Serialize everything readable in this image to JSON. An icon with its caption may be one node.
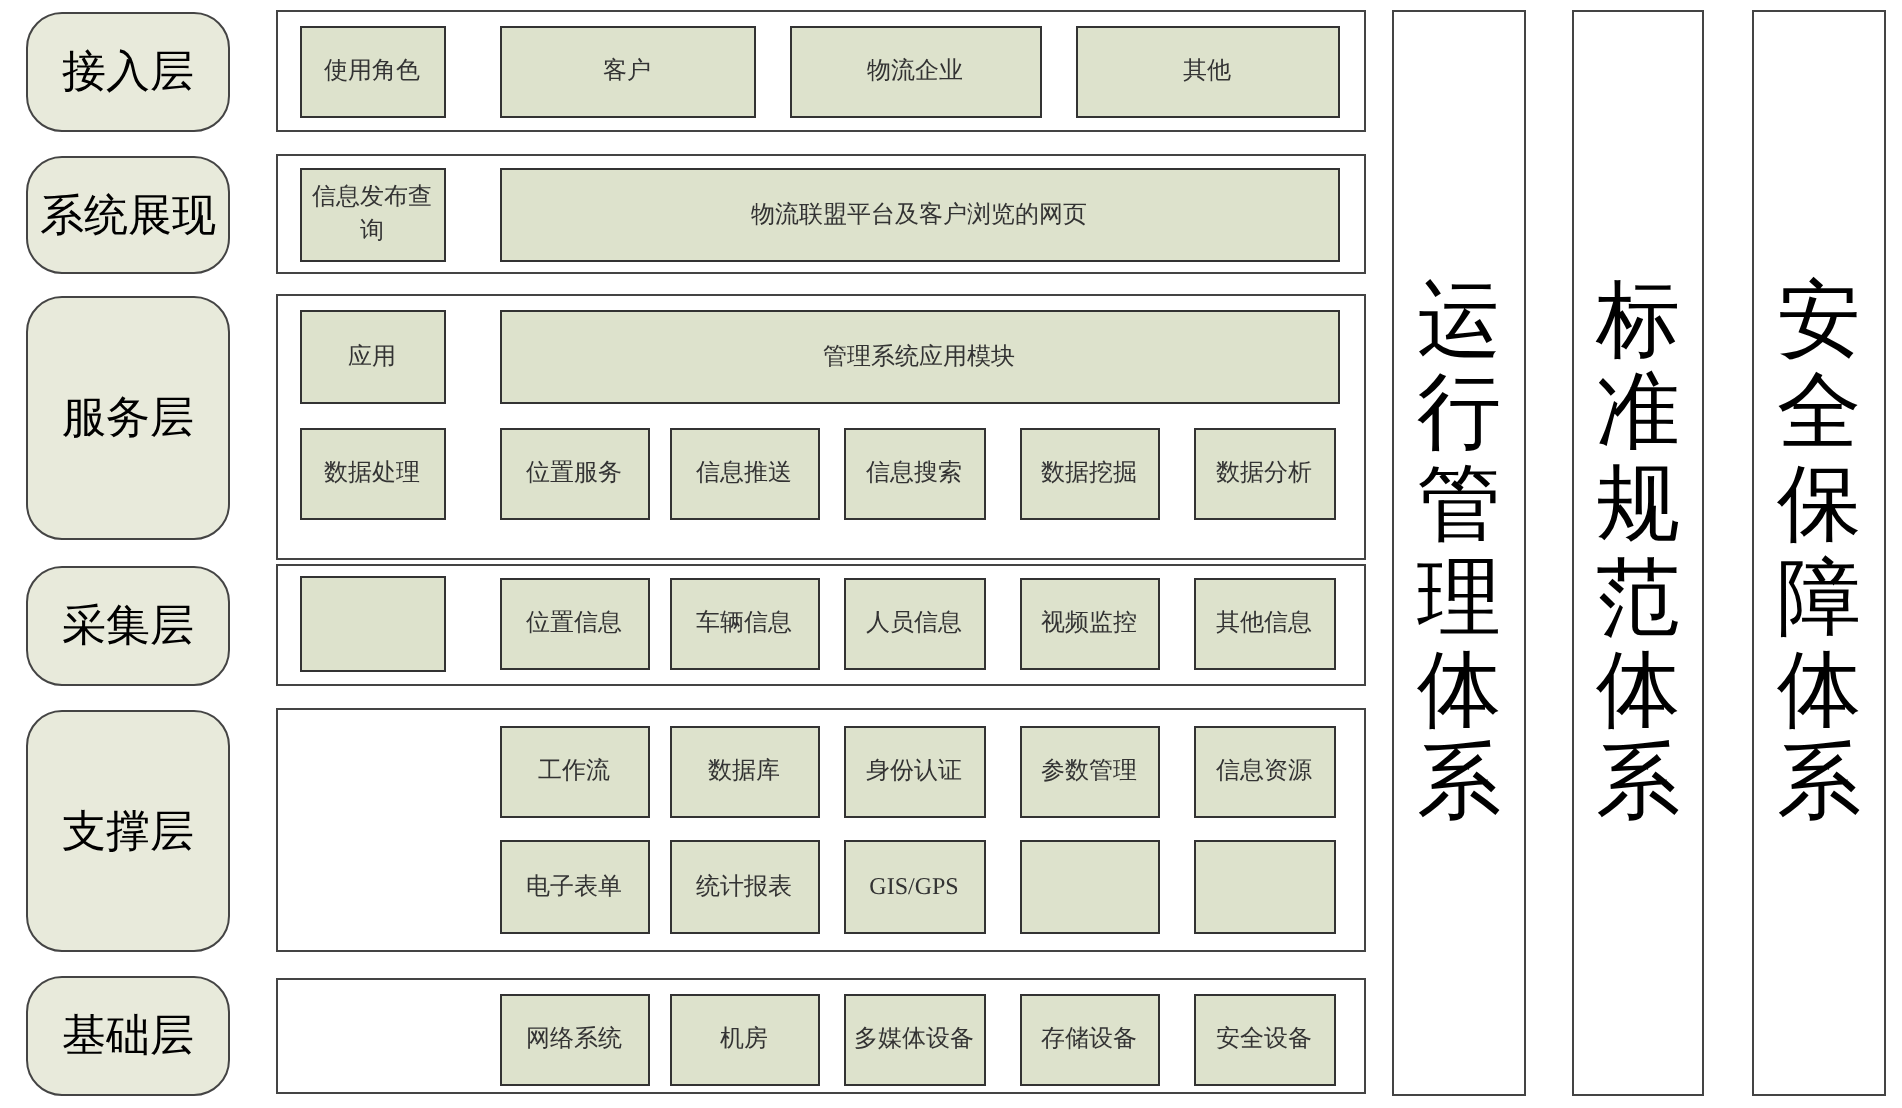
{
  "diagram": {
    "nodes": [
      {
        "text": [
          "接入层"
        ]
      },
      {
        "text": [],
        "shape": "box"
      },
      {
        "text": [
          "使用角色"
        ],
        "in": 1
      },
      {
        "text": [
          "客户"
        ],
        "in": 1
      },
      {
        "text": [
          "物流企业"
        ],
        "in": 1
      },
      {
        "text": [
          "其他"
        ],
        "in": 1
      },
      {
        "text": [
          "系统展现"
        ]
      },
      {
        "text": [],
        "shape": "box"
      },
      {
        "text": [
          "信息发布查询"
        ],
        "in": 7
      },
      {
        "text": [
          "物流联盟平台及客户浏览的网页"
        ],
        "in": 7
      },
      {
        "text": [
          "服务层"
        ]
      },
      {
        "text": [],
        "shape": "box"
      },
      {
        "text": [
          "应用"
        ],
        "in": 11
      },
      {
        "text": [
          "管理系统应用模块"
        ],
        "in": 11
      },
      {
        "text": [
          "数据处理"
        ],
        "in": 11
      },
      {
        "text": [
          "位置服务"
        ],
        "in": 11
      },
      {
        "text": [
          "信息推送"
        ],
        "in": 11
      },
      {
        "text": [
          "信息搜索"
        ],
        "in": 11
      },
      {
        "text": [
          "数据挖掘"
        ],
        "in": 11
      },
      {
        "text": [
          "数据分析"
        ],
        "in": 11
      },
      {
        "text": [
          "采集层"
        ]
      },
      {
        "text": [],
        "shape": "box"
      },
      {
        "text": [],
        "shape": "box",
        "in": 21
      },
      {
        "text": [
          "位置信息"
        ],
        "in": 21
      },
      {
        "text": [
          "车辆信息"
        ],
        "in": 21
      },
      {
        "text": [
          "人员信息"
        ],
        "in": 21
      },
      {
        "text": [
          "视频监控"
        ],
        "in": 21
      },
      {
        "text": [
          "其他信息"
        ],
        "in": 21
      },
      {
        "text": [
          "支撑层"
        ]
      },
      {
        "text": [],
        "shape": "box"
      },
      {
        "text": [
          "工作流"
        ],
        "in": 29
      },
      {
        "text": [
          "数据库"
        ],
        "in": 29
      },
      {
        "text": [
          "身份认证"
        ],
        "in": 29
      },
      {
        "text": [
          "参数管理"
        ],
        "in": 29
      },
      {
        "text": [
          "信息资源"
        ],
        "in": 29
      },
      {
        "text": [
          "电子表单"
        ],
        "in": 29
      },
      {
        "text": [
          "统计报表"
        ],
        "in": 29
      },
      {
        "text": [
          "GIS/GPS"
        ],
        "in": 29
      },
      {
        "text": [],
        "shape": "box",
        "in": 29
      },
      {
        "text": [],
        "shape": "box",
        "in": 29
      },
      {
        "text": [
          "基础层"
        ]
      },
      {
        "text": [],
        "shape": "box"
      },
      {
        "text": [
          "网络系统"
        ],
        "in": 41
      },
      {
        "text": [
          "机房"
        ],
        "in": 41
      },
      {
        "text": [
          "多媒体设备"
        ],
        "in": 41
      },
      {
        "text": [
          "存储设备"
        ],
        "in": 41
      },
      {
        "text": [
          "安全设备"
        ],
        "in": 41
      },
      {
        "text": [
          "运行管理体系"
        ]
      },
      {
        "text": [
          "标准规范体系"
        ]
      },
      {
        "text": [
          "安全保障体系"
        ]
      }
    ]
  }
}
